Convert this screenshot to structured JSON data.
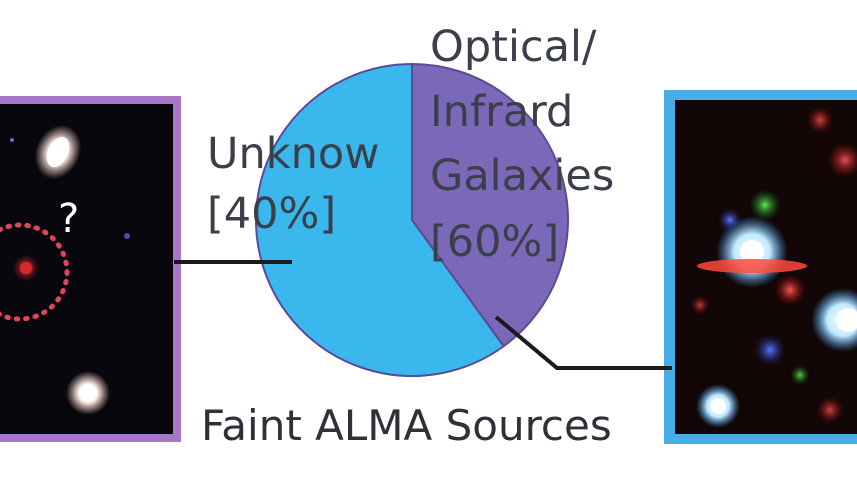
{
  "chart_data": {
    "type": "pie",
    "title": "Faint ALMA Sources",
    "slices": [
      {
        "label_lines": [
          "Unknow",
          "[40%]"
        ],
        "value": 40,
        "color": "#7b68b8"
      },
      {
        "label_lines": [
          "Optical/",
          "Infrard",
          "Galaxies",
          "[60%]"
        ],
        "value": 60,
        "color": "#3ab7ec"
      }
    ],
    "start_angle_deg": 0,
    "direction": "clockwise"
  },
  "colors": {
    "left_frame": "#a877c9",
    "right_frame": "#4aaee6",
    "connector": "#1b1b1b",
    "marker_circle": "#e0455a"
  },
  "panels": {
    "left": {
      "annotation": "?",
      "icon": "galaxy-image-dark-field"
    },
    "right": {
      "icon": "galaxy-image-multicolor"
    }
  }
}
